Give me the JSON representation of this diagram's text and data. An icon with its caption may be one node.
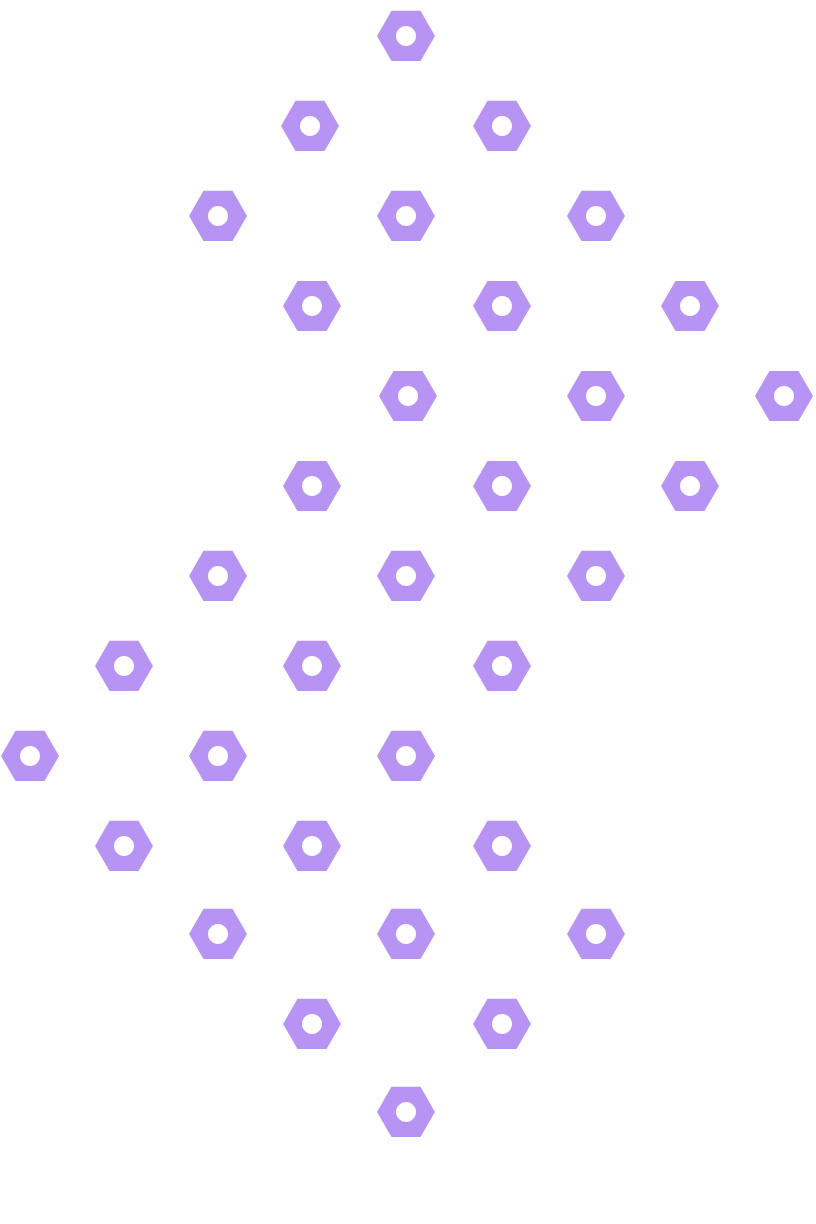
{
  "diagram": {
    "nodes": [
      {
        "text": [],
        "shape": "hexagon"
      },
      {
        "text": [],
        "shape": "hexagon"
      },
      {
        "text": [],
        "shape": "hexagon"
      },
      {
        "text": [],
        "shape": "hexagon"
      },
      {
        "text": [],
        "shape": "hexagon"
      },
      {
        "text": [],
        "shape": "hexagon"
      },
      {
        "text": [],
        "shape": "hexagon"
      },
      {
        "text": [],
        "shape": "hexagon"
      },
      {
        "text": [],
        "shape": "hexagon"
      },
      {
        "text": [],
        "shape": "hexagon"
      },
      {
        "text": [],
        "shape": "hexagon"
      },
      {
        "text": [],
        "shape": "hexagon"
      },
      {
        "text": [],
        "shape": "hexagon"
      },
      {
        "text": [],
        "shape": "hexagon"
      },
      {
        "text": [],
        "shape": "hexagon"
      },
      {
        "text": [],
        "shape": "hexagon"
      },
      {
        "text": [],
        "shape": "hexagon"
      },
      {
        "text": [],
        "shape": "hexagon"
      },
      {
        "text": [],
        "shape": "hexagon"
      },
      {
        "text": [],
        "shape": "hexagon"
      },
      {
        "text": [],
        "shape": "hexagon"
      },
      {
        "text": [],
        "shape": "hexagon"
      },
      {
        "text": [],
        "shape": "hexagon"
      },
      {
        "text": [],
        "shape": "hexagon"
      },
      {
        "text": [],
        "shape": "hexagon"
      },
      {
        "text": [],
        "shape": "hexagon"
      },
      {
        "text": [],
        "shape": "hexagon"
      },
      {
        "text": [],
        "shape": "hexagon"
      },
      {
        "text": [],
        "shape": "hexagon"
      },
      {
        "text": [],
        "shape": "hexagon"
      },
      {
        "text": [],
        "shape": "hexagon"
      },
      {
        "text": [],
        "shape": "hexagon"
      },
      {
        "text": [],
        "shape": "hexagon"
      }
    ]
  }
}
